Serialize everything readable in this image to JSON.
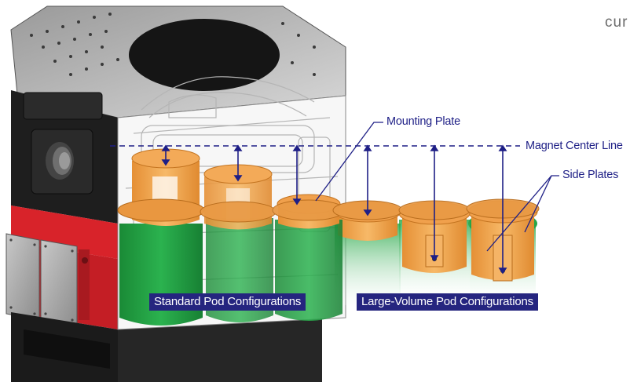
{
  "corner_text": "cur",
  "labels": {
    "mounting_plate": "Mounting Plate",
    "magnet_center_line": "Magnet Center Line",
    "side_plates": "Side Plates"
  },
  "banners": {
    "standard": "Standard Pod Configurations",
    "large_volume": "Large-Volume Pod Configurations"
  },
  "colors": {
    "annotation": "#1e1f86",
    "banner": "#25257f",
    "pod_orange": "#f3a652",
    "pod_green": "#1f9e3e",
    "housing_red": "#d8232a",
    "housing_black": "#222222"
  }
}
